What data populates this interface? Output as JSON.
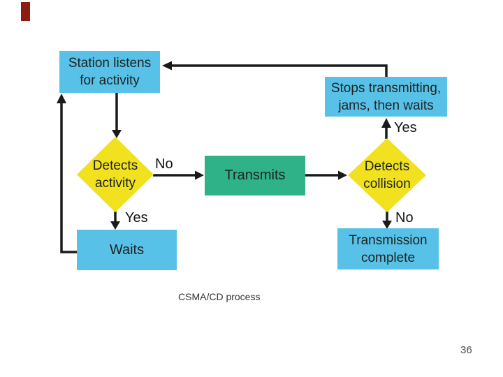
{
  "slide": {
    "caption": "CSMA/CD process",
    "page_number": "36"
  },
  "colors": {
    "process_blue": "#58c1e8",
    "decision_yellow": "#f2e11e",
    "transmit_green": "#2fb288",
    "connector_black": "#1a1a1a",
    "accent_red": "#8e1b12"
  },
  "flowchart": {
    "nodes": {
      "station_listens": {
        "line1": "Station listens",
        "line2": "for activity",
        "shape": "rect",
        "fill": "blue"
      },
      "stops_transmitting": {
        "line1": "Stops transmitting,",
        "line2": "jams, then waits",
        "shape": "rect",
        "fill": "blue"
      },
      "detects_activity": {
        "line1": "Detects",
        "line2": "activity",
        "shape": "diamond",
        "fill": "yellow"
      },
      "transmits": {
        "line1": "Transmits",
        "line2": "",
        "shape": "rect",
        "fill": "green"
      },
      "detects_collision": {
        "line1": "Detects",
        "line2": "collision",
        "shape": "diamond",
        "fill": "yellow"
      },
      "waits": {
        "line1": "Waits",
        "line2": "",
        "shape": "rect",
        "fill": "blue"
      },
      "transmission_complete": {
        "line1": "Transmission",
        "line2": "complete",
        "shape": "rect",
        "fill": "blue"
      }
    },
    "edge_labels": {
      "detects_activity_no": "No",
      "detects_activity_yes": "Yes",
      "detects_collision_yes": "Yes",
      "detects_collision_no": "No"
    },
    "edges": [
      {
        "from": "station_listens",
        "to": "detects_activity",
        "label": ""
      },
      {
        "from": "detects_activity",
        "to": "transmits",
        "label": "No"
      },
      {
        "from": "detects_activity",
        "to": "waits",
        "label": "Yes"
      },
      {
        "from": "waits",
        "to": "station_listens",
        "label": ""
      },
      {
        "from": "transmits",
        "to": "detects_collision",
        "label": ""
      },
      {
        "from": "detects_collision",
        "to": "stops_transmitting",
        "label": "Yes"
      },
      {
        "from": "detects_collision",
        "to": "transmission_complete",
        "label": "No"
      },
      {
        "from": "stops_transmitting",
        "to": "station_listens",
        "label": ""
      }
    ]
  }
}
